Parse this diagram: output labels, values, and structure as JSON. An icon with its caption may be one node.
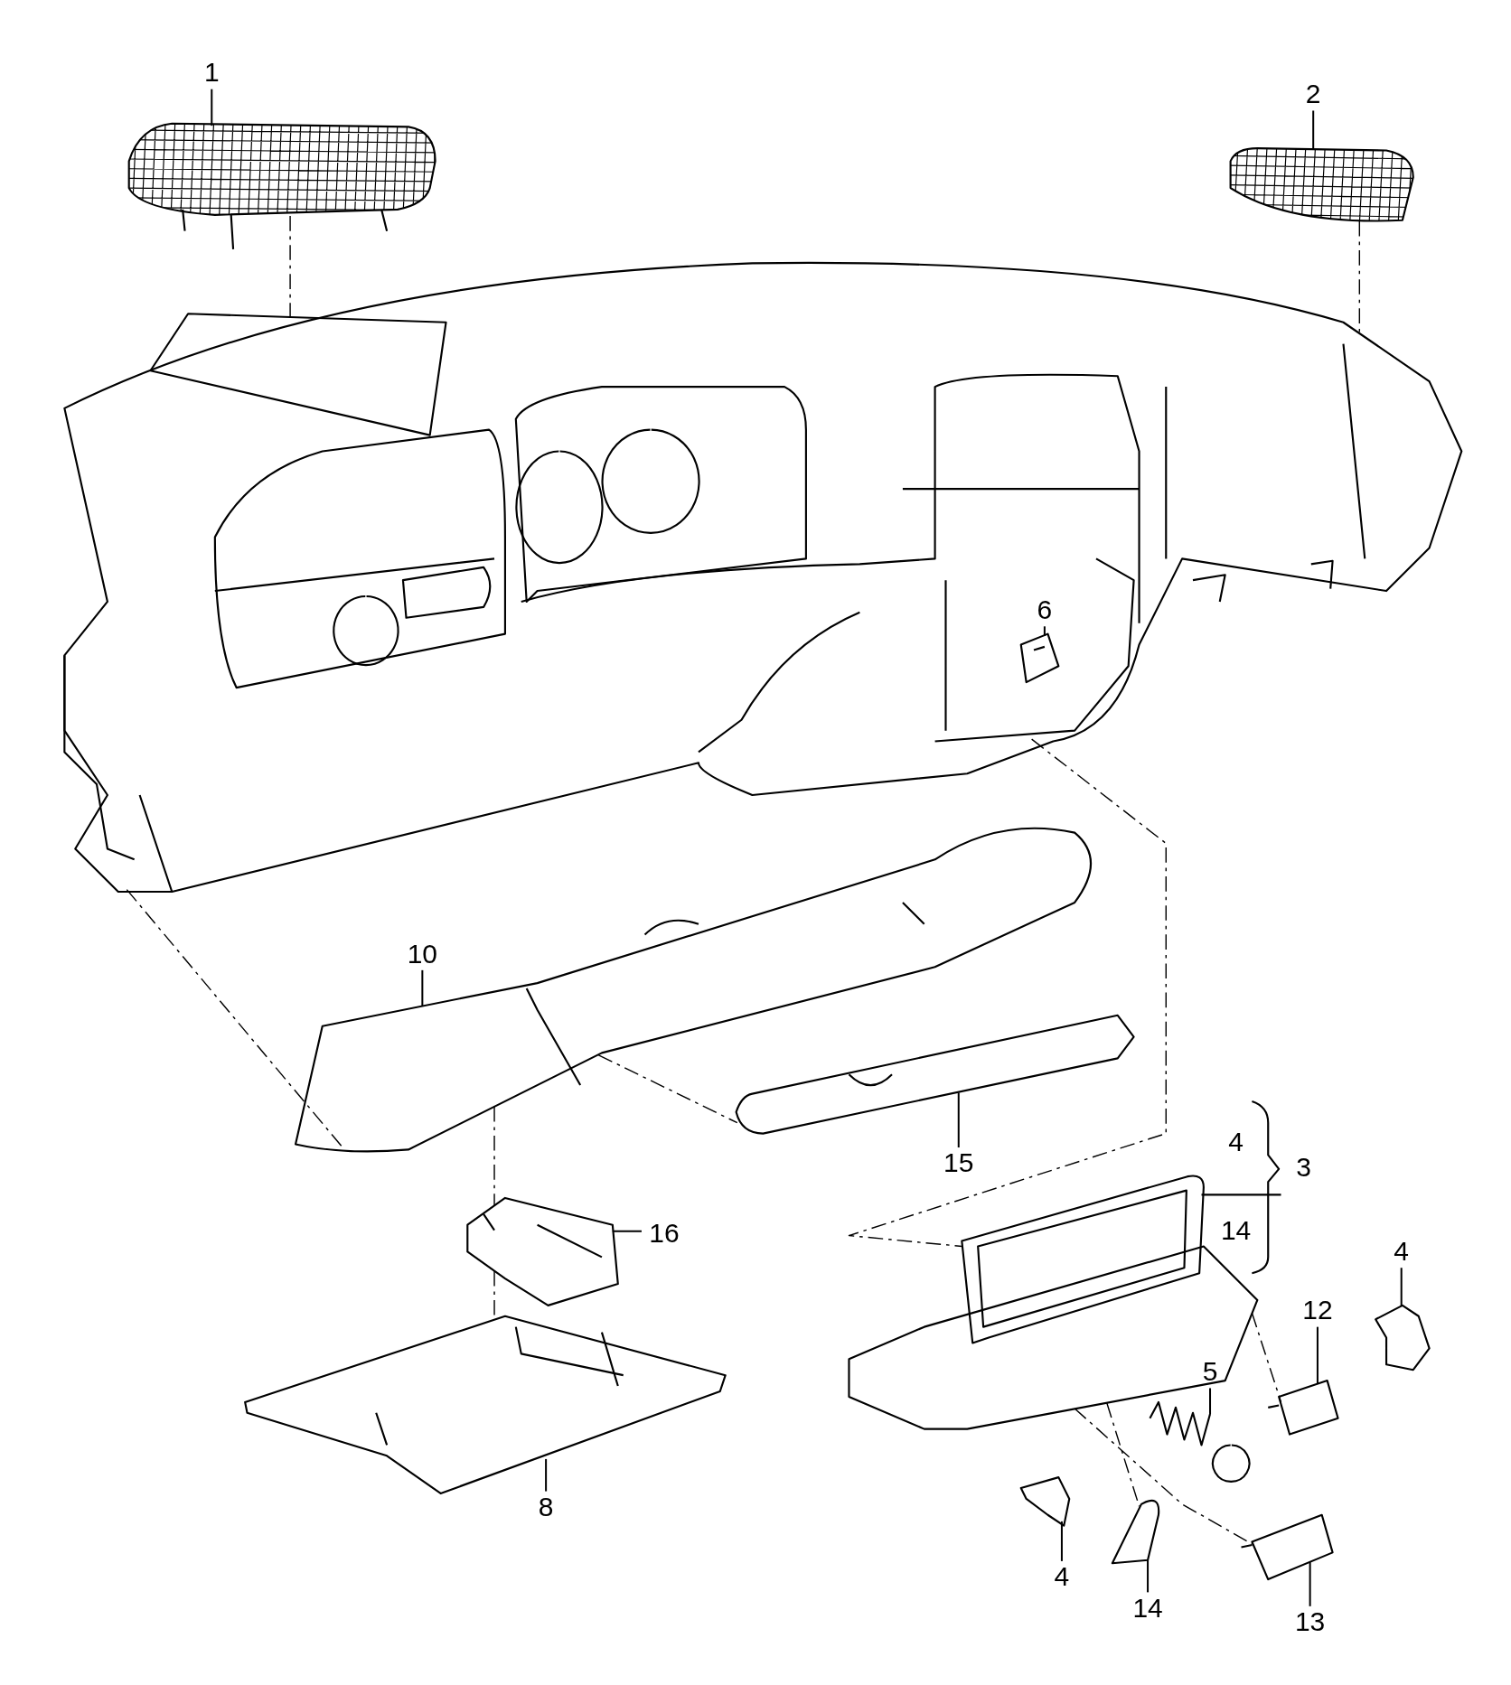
{
  "diagram": {
    "nodes": [
      {
        "text": [
          "1"
        ]
      },
      {
        "text": [
          "2"
        ]
      },
      {
        "text": [
          "6"
        ],
        "in": 16
      },
      {
        "text": [
          "10"
        ]
      },
      {
        "text": [
          "15"
        ]
      },
      {
        "text": [
          "16"
        ]
      },
      {
        "text": [
          "3"
        ]
      },
      {
        "text": [
          "4"
        ]
      },
      {
        "text": [
          "12"
        ]
      },
      {
        "text": [
          "5"
        ],
        "in": 21
      },
      {
        "text": [
          "8"
        ]
      },
      {
        "text": [
          "4"
        ]
      },
      {
        "text": [
          "14"
        ]
      },
      {
        "text": [
          "13"
        ]
      },
      {
        "text": [],
        "shape": "picture"
      },
      {
        "text": [],
        "shape": "picture"
      },
      {
        "text": [],
        "shape": "picture"
      },
      {
        "text": [],
        "shape": "picture"
      },
      {
        "text": [],
        "shape": "picture"
      },
      {
        "text": [],
        "shape": "picture"
      },
      {
        "text": [],
        "shape": "picture"
      },
      {
        "text": [],
        "shape": "picture"
      },
      {
        "text": [],
        "shape": "picture"
      },
      {
        "text": [],
        "shape": "picture"
      },
      {
        "text": [],
        "shape": "picture"
      },
      {
        "text": [],
        "shape": "picture"
      },
      {
        "text": [],
        "shape": "picture"
      },
      {
        "text": [],
        "shape": "picture"
      },
      {
        "text": [],
        "shape": "picture",
        "in": 16
      }
    ],
    "edges": [
      {
        "from": 0,
        "to": 14,
        "arrow": "none"
      },
      {
        "from": 1,
        "to": 15,
        "arrow": "none"
      },
      {
        "from": 2,
        "to": 28,
        "arrow": "none"
      },
      {
        "from": 3,
        "to": 17,
        "arrow": "none"
      },
      {
        "from": 4,
        "to": 18,
        "arrow": "none"
      },
      {
        "from": 5,
        "to": 19,
        "arrow": "none"
      },
      {
        "from": 6,
        "to": 21,
        "arrow": "none"
      },
      {
        "from": 7,
        "to": 22,
        "arrow": "none"
      },
      {
        "from": 8,
        "to": 23,
        "arrow": "none"
      },
      {
        "from": 9,
        "to": 24,
        "arrow": "none"
      },
      {
        "from": 10,
        "to": 20,
        "arrow": "none"
      },
      {
        "from": 11,
        "to": 25,
        "arrow": "none"
      },
      {
        "from": 12,
        "to": 26,
        "arrow": "none"
      },
      {
        "from": 13,
        "to": 27,
        "arrow": "none"
      },
      {
        "from": 14,
        "to": 16,
        "arrow": "none",
        "style": "dashed"
      },
      {
        "from": 15,
        "to": 16,
        "arrow": "none",
        "style": "dashed"
      },
      {
        "from": 16,
        "to": 21,
        "arrow": "none",
        "style": "dashed"
      },
      {
        "from": 16,
        "to": 17,
        "arrow": "none",
        "style": "dashed"
      },
      {
        "from": 17,
        "to": 19,
        "arrow": "none",
        "style": "dashed"
      },
      {
        "from": 19,
        "to": 20,
        "arrow": "none",
        "style": "dashed"
      },
      {
        "from": 17,
        "to": 18,
        "arrow": "none",
        "style": "dashed"
      },
      {
        "from": 21,
        "to": 23,
        "arrow": "none",
        "style": "dashed"
      },
      {
        "from": 21,
        "to": 27,
        "arrow": "none",
        "style": "dashed"
      },
      {
        "from": 21,
        "to": 26,
        "arrow": "none",
        "style": "dashed"
      }
    ],
    "labels": [
      "4",
      "14"
    ]
  }
}
